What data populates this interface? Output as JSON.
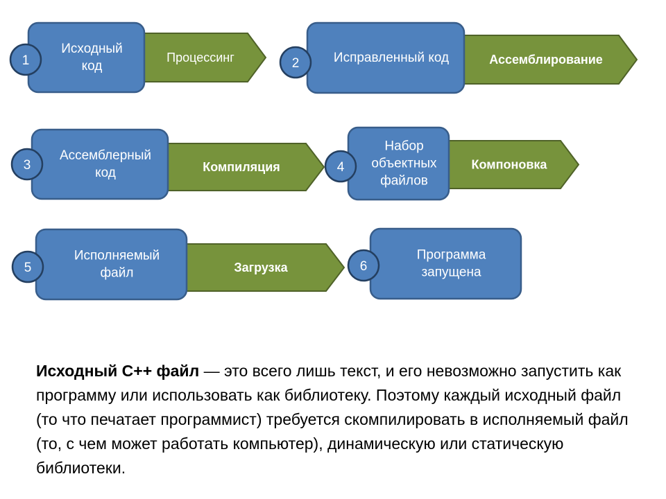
{
  "colors": {
    "box_fill": "#4f81bd",
    "box_stroke": "#385d8a",
    "arrow_fill": "#77933c",
    "arrow_stroke": "#4f6228",
    "badge_fill": "#4f81bd",
    "badge_stroke": "#243f60",
    "text": "#ffffff"
  },
  "steps": [
    {
      "number": "1",
      "box_lines": [
        "Исходный",
        "код"
      ],
      "action": "Процессинг"
    },
    {
      "number": "2",
      "box_lines": [
        "Исправленный код"
      ],
      "action": "Ассемблирование"
    },
    {
      "number": "3",
      "box_lines": [
        "Ассемблерный",
        "код"
      ],
      "action": "Компиляция"
    },
    {
      "number": "4",
      "box_lines": [
        "Набор",
        "объектных",
        "файлов"
      ],
      "action": "Компоновка"
    },
    {
      "number": "5",
      "box_lines": [
        "Исполняемый",
        "файл"
      ],
      "action": "Загрузка"
    },
    {
      "number": "6",
      "box_lines": [
        "Программа",
        "запущена"
      ],
      "action": ""
    }
  ],
  "description": {
    "bold": "Исходный C++ файл",
    "text": " — это всего лишь текст, и его невозможно запустить как программу или использовать как библиотеку. Поэтому каждый исходный файл (то что печатает программист) требуется скомпилировать в исполняемый файл (то, с чем может работать компьютер), динамическую или статическую библиотеки."
  }
}
